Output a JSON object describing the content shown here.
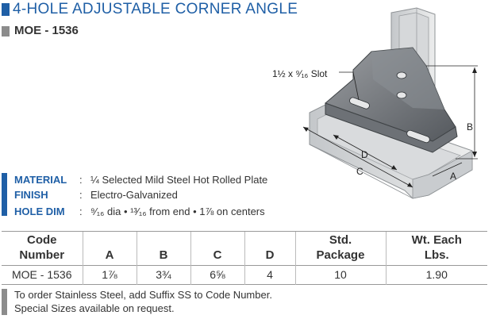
{
  "header": {
    "title": "4-HOLE ADJUSTABLE CORNER ANGLE",
    "subtitle": "MOE - 1536"
  },
  "figure": {
    "slot_label": "1½ x ⁹⁄₁₆ Slot",
    "dim_labels": {
      "a": "A",
      "b": "B",
      "c": "C",
      "d": "D"
    }
  },
  "specs": [
    {
      "label": "MATERIAL",
      "value": "¼ Selected Mild Steel Hot Rolled Plate"
    },
    {
      "label": "FINISH",
      "value": "Electro-Galvanized"
    },
    {
      "label": "HOLE DIM",
      "value": "⁹⁄₁₆ dia  •  ¹³⁄₁₆ from end  •  1⅞  on centers"
    }
  ],
  "table": {
    "headers": [
      {
        "line1": "Code",
        "line2": "Number"
      },
      {
        "line1": "A",
        "line2": ""
      },
      {
        "line1": "B",
        "line2": ""
      },
      {
        "line1": "C",
        "line2": ""
      },
      {
        "line1": "D",
        "line2": ""
      },
      {
        "line1": "Std.",
        "line2": "Package"
      },
      {
        "line1": "Wt. Each",
        "line2": "Lbs."
      }
    ],
    "rows": [
      [
        "MOE - 1536",
        "1⅞",
        "3¾",
        "6⅝",
        "4",
        "10",
        "1.90"
      ]
    ]
  },
  "notes": [
    "To order Stainless Steel, add Suffix SS to Code Number.",
    "Special Sizes available on request."
  ],
  "colors": {
    "accent": "#1f5fa6",
    "secondary": "#8c8c8c"
  }
}
